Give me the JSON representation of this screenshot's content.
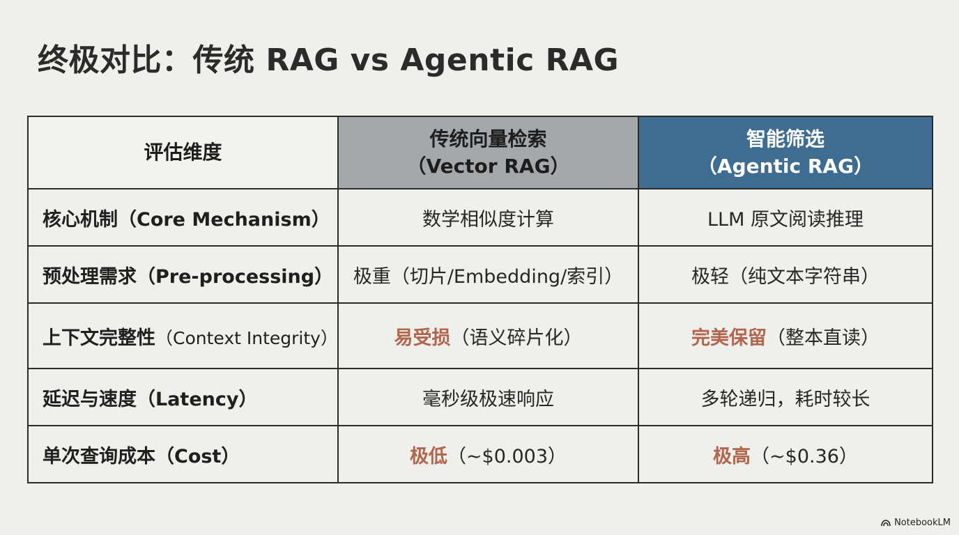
{
  "title": "终极对比：传统 RAG vs Agentic RAG",
  "table": {
    "headers": [
      {
        "line1": "评估维度",
        "line2": ""
      },
      {
        "line1": "传统向量检索",
        "line2": "（Vector RAG）"
      },
      {
        "line1": "智能筛选",
        "line2": "（Agentic RAG）"
      }
    ],
    "header_colors": {
      "dimension": "#f2f2ef",
      "vector": "#a4a8ab",
      "agentic": "#3f6d91"
    },
    "highlight_color": "#b0654c",
    "rows": [
      {
        "dim_cn": "核心机制",
        "dim_en": "（Core Mechanism）",
        "vector_hl": "",
        "vector_text": "数学相似度计算",
        "agentic_hl": "",
        "agentic_text": "LLM 原文阅读推理"
      },
      {
        "dim_cn": "预处理需求",
        "dim_en": "（Pre-processing）",
        "vector_hl": "",
        "vector_text": "极重（切片/Embedding/索引）",
        "agentic_hl": "",
        "agentic_text": "极轻（纯文本字符串）"
      },
      {
        "dim_cn": "上下文完整性",
        "dim_en": "（Context Integrity）",
        "vector_hl": "易受损",
        "vector_text": "（语义碎片化）",
        "agentic_hl": "完美保留",
        "agentic_text": "（整本直读）"
      },
      {
        "dim_cn": "延迟与速度",
        "dim_en": "（Latency）",
        "vector_hl": "",
        "vector_text": "毫秒级极速响应",
        "agentic_hl": "",
        "agentic_text": "多轮递归，耗时较长"
      },
      {
        "dim_cn": "单次查询成本",
        "dim_en": "（Cost）",
        "vector_hl": "极低",
        "vector_text": "（~$0.003）",
        "agentic_hl": "极高",
        "agentic_text": "（~$0.36）"
      }
    ]
  },
  "brand": {
    "icon": "notebooklm-icon",
    "label": "NotebookLM"
  }
}
